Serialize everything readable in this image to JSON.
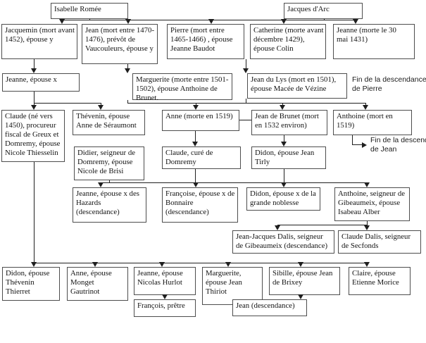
{
  "page": {
    "background": "#ffffff"
  },
  "diagram": {
    "type": "family-tree",
    "subject": "Genealogy of the family of Jacques d'Arc and Isabelle Romée",
    "colors": {
      "box_border": "#4d4d4d",
      "connector": "#1f1f1f",
      "text": "#141414",
      "background": "#ffffff"
    },
    "nodes": [
      {
        "id": "isabelle-romee",
        "label": "Isabelle Romée"
      },
      {
        "id": "jacques-darc",
        "label": "Jacques d'Arc"
      },
      {
        "id": "jacquemin",
        "label": "Jacquemin (mort avant\n1452), épouse y"
      },
      {
        "id": "jean-prevot",
        "label": "Jean (mort entre 1470-\n1476), prévôt de\nVaucouleurs, épouse y"
      },
      {
        "id": "pierre",
        "label": "Pierre (mort entre\n1465-1466) , épouse\nJeanne Baudot"
      },
      {
        "id": "catherine",
        "label": "Catherine (morte avant\ndécembre 1429),\népouse Colin"
      },
      {
        "id": "jeanne-1431",
        "label": "Jeanne (morte le 30\nmai 1431)"
      },
      {
        "id": "jeanne-epouse-x",
        "label": "Jeanne, épouse x"
      },
      {
        "id": "marguerite-brunet",
        "label": "Marguerite (morte entre 1501-\n1502), épouse Anthoine de\nBrunet."
      },
      {
        "id": "jean-du-lys",
        "label": "Jean du Lys (mort en 1501),\népouse Macée de Vézine"
      },
      {
        "id": "claude-procureur",
        "label": "Claude (né vers\n1450), procureur\nfiscal de Greux et\nDomremy, épouse\nNicole Thiesselin"
      },
      {
        "id": "thevenin",
        "label": "Thévenin, épouse\nAnne de Séraumont"
      },
      {
        "id": "anne-1519",
        "label": "Anne (morte en 1519)"
      },
      {
        "id": "jean-de-brunet",
        "label": "Jean de Brunet (mort\nen 1532 environ)"
      },
      {
        "id": "anthoine-1519",
        "label": "Anthoine (mort en\n1519)"
      },
      {
        "id": "didier",
        "label": "Didier, seigneur de\nDomremy, épouse\nNicole de Brisi"
      },
      {
        "id": "claude-cure",
        "label": "Claude, curé de\nDomremy"
      },
      {
        "id": "didon-tirly",
        "label": "Didon, épouse Jean\nTirly"
      },
      {
        "id": "jeanne-hazards",
        "label": "Jeanne, épouse x des\nHazards\n(descendance)"
      },
      {
        "id": "francoise-bonnaire",
        "label": "Françoise, épouse x de\nBonnaire\n(descendance)"
      },
      {
        "id": "didon-noblesse",
        "label": "Didon, épouse x de la\ngrande noblesse"
      },
      {
        "id": "anthoine-gibeaumeix",
        "label": "Anthoine, seigneur de\nGibeaumeix, épouse\nIsabeau Alber"
      },
      {
        "id": "jean-jacques-dalis",
        "label": "Jean-Jacques Dalis, seigneur\nde Gibeaumeix (descendance)"
      },
      {
        "id": "claude-dalis",
        "label": "Claude Dalis, seigneur\nde Secfonds"
      },
      {
        "id": "didon-thierret",
        "label": "Didon, épouse\nThévenin\nThierret"
      },
      {
        "id": "anne-gautrinot",
        "label": "Anne, épouse\nMonget\nGautrinot"
      },
      {
        "id": "jeanne-hurlot",
        "label": "Jeanne, épouse\nNicolas Hurlot"
      },
      {
        "id": "marguerite-thiriot",
        "label": "Marguerite,\népouse Jean\nThiriot"
      },
      {
        "id": "sibille-brixey",
        "label": "Sibille, épouse Jean\nde Brixey"
      },
      {
        "id": "claire-morice",
        "label": "Claire, épouse\nEtienne Morice"
      },
      {
        "id": "francois-pretre",
        "label": "François, prêtre"
      },
      {
        "id": "jean-descendance",
        "label": "Jean (descendance)"
      }
    ],
    "annotations": [
      {
        "id": "fin-descendance-pierre",
        "label": "Fin de la descendance\nde Pierre"
      },
      {
        "id": "fin-descendance-jean",
        "label": "Fin de la descendan\nde Jean"
      }
    ]
  }
}
